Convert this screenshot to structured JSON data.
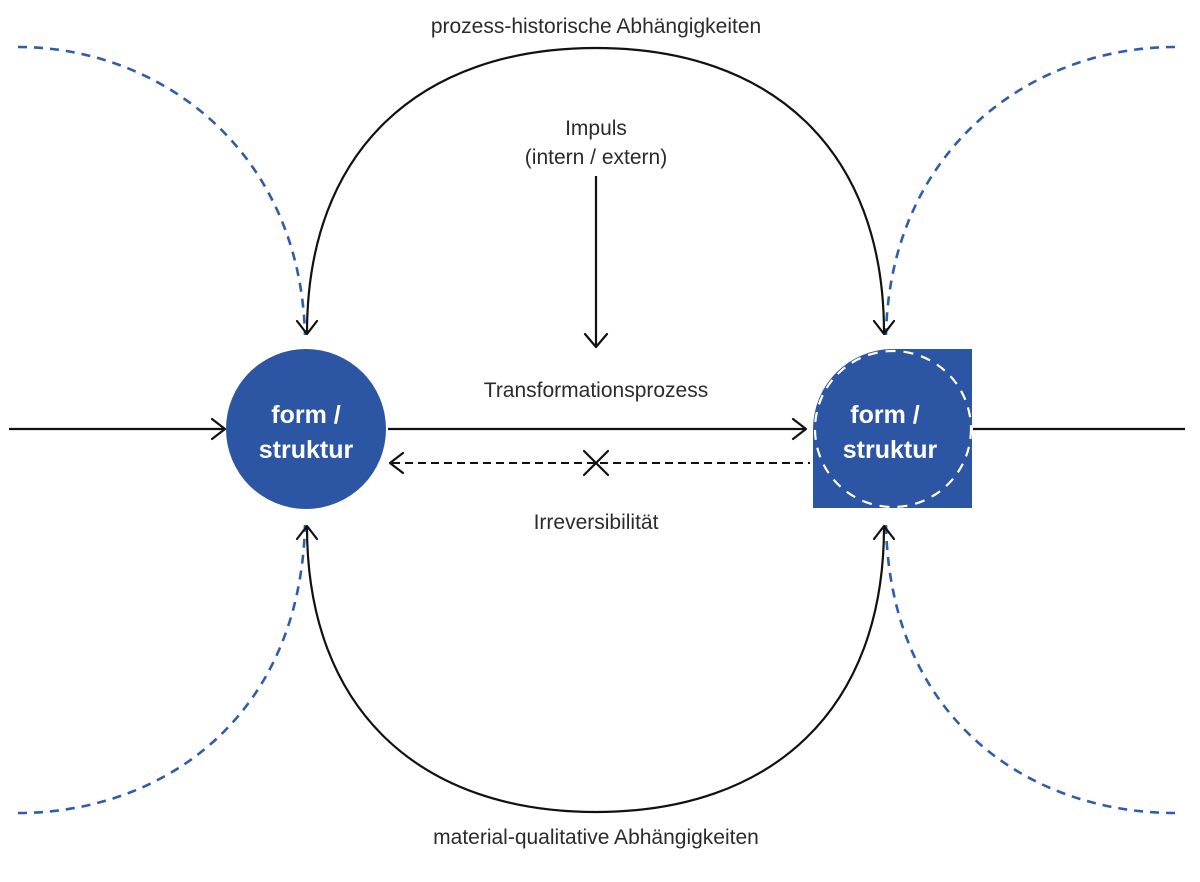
{
  "diagram": {
    "colors": {
      "node_fill": "#2c55a3",
      "dashed_blue": "#2f5da8",
      "line": "#111111",
      "text": "#2b2b2b",
      "node_text": "#ffffff"
    },
    "labels": {
      "top": "prozess-historische Abhängigkeiten",
      "bottom": "material-qualitative Abhängigkeiten",
      "impulse_line1": "Impuls",
      "impulse_line2": "(intern /  extern)",
      "transformation": "Transformationsprozess",
      "irreversibility": "Irreversibilität"
    },
    "nodes": [
      {
        "id": "source",
        "shape": "circle",
        "line1": "form /",
        "line2": "struktur"
      },
      {
        "id": "target",
        "shape": "circle-square-hybrid",
        "line1": "form /",
        "line2": "struktur"
      }
    ],
    "edges": [
      {
        "from": "outside-left",
        "to": "source",
        "style": "solid-arrow"
      },
      {
        "from": "source",
        "to": "target",
        "style": "solid-arrow",
        "label": "Transformationsprozess"
      },
      {
        "from": "target",
        "to": "source",
        "style": "dashed-arrow-crossed",
        "label": "Irreversibilität"
      },
      {
        "from": "target",
        "to": "outside-right",
        "style": "solid-line"
      },
      {
        "from": "impulse",
        "to": "transformation",
        "style": "solid-arrow"
      },
      {
        "from": "target",
        "to": "source",
        "style": "arc-top-bidirectional",
        "label": "prozess-historische Abhängigkeiten"
      },
      {
        "from": "source",
        "to": "target",
        "style": "arc-bottom-bidirectional",
        "label": "material-qualitative Abhängigkeiten"
      }
    ]
  }
}
